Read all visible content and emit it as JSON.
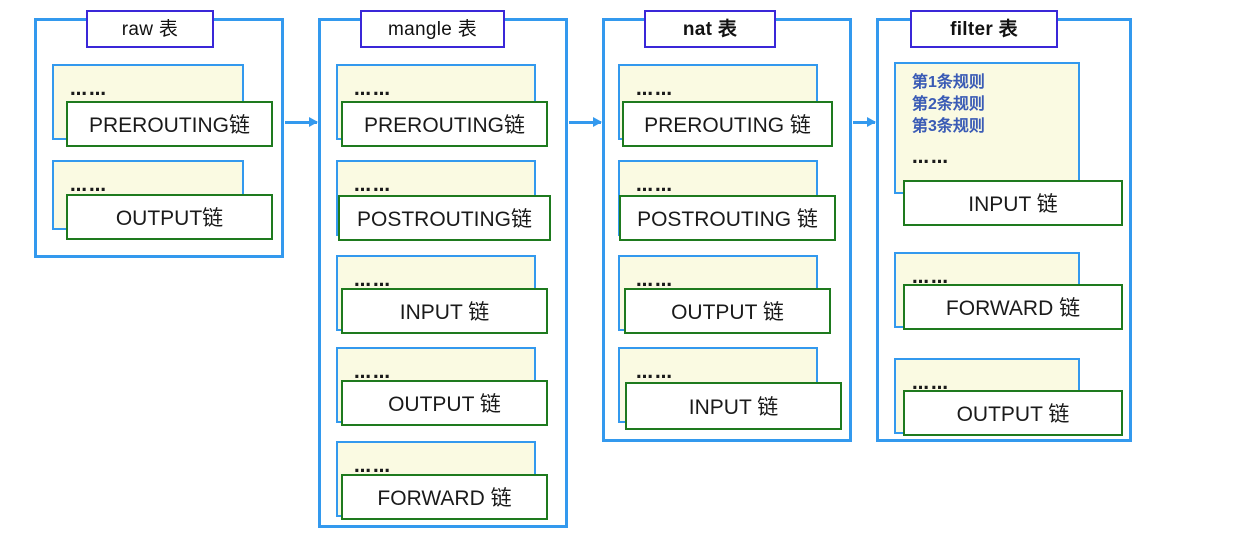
{
  "diagram": {
    "title": "iptables tables and chains",
    "colors": {
      "container_border": "#3399EE",
      "title_border": "#3A27D8",
      "chain_border": "#1E7A1E",
      "rules_fill": "#FAFAE2",
      "rules_text": "#3A5BB5",
      "arrow": "#3399EE",
      "background": "#FFFFFF"
    },
    "dots_label": "……",
    "tables": [
      {
        "id": "raw",
        "title": "raw 表",
        "title_bold": false,
        "chains": [
          {
            "label": "PREROUTING链",
            "rules": []
          },
          {
            "label": "OUTPUT链",
            "rules": []
          }
        ]
      },
      {
        "id": "mangle",
        "title": "mangle 表",
        "title_bold": false,
        "chains": [
          {
            "label": "PREROUTING链",
            "rules": []
          },
          {
            "label": "POSTROUTING链",
            "rules": []
          },
          {
            "label": "INPUT 链",
            "rules": []
          },
          {
            "label": "OUTPUT 链",
            "rules": []
          },
          {
            "label": "FORWARD 链",
            "rules": []
          }
        ]
      },
      {
        "id": "nat",
        "title": "nat 表",
        "title_bold": true,
        "chains": [
          {
            "label": "PREROUTING 链",
            "rules": []
          },
          {
            "label": "POSTROUTING 链",
            "rules": []
          },
          {
            "label": "OUTPUT 链",
            "rules": []
          },
          {
            "label": "INPUT 链",
            "rules": []
          }
        ]
      },
      {
        "id": "filter",
        "title": "filter 表",
        "title_bold": true,
        "chains": [
          {
            "label": "INPUT 链",
            "rules": [
              "第1条规则",
              "第2条规则",
              "第3条规则"
            ]
          },
          {
            "label": "FORWARD 链",
            "rules": []
          },
          {
            "label": "OUTPUT 链",
            "rules": []
          }
        ]
      }
    ],
    "connectors": [
      {
        "from": "raw",
        "to": "mangle"
      },
      {
        "from": "mangle",
        "to": "nat"
      },
      {
        "from": "nat",
        "to": "filter"
      }
    ]
  }
}
